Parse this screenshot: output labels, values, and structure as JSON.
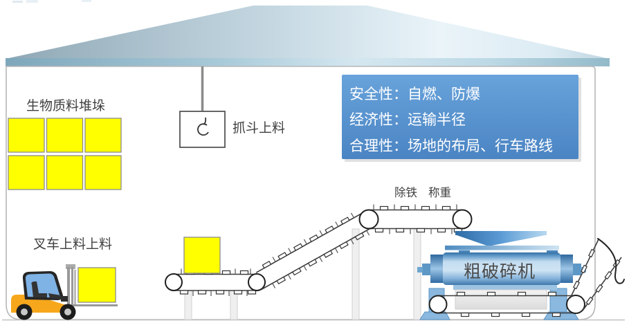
{
  "labels": {
    "biomass_stack": "生物质料堆垛",
    "grab_loading": "抓斗上料",
    "forklift_loading": "叉车上料上料",
    "iron_removal": "除铁",
    "weighing": "称重",
    "crusher": "粗破碎机"
  },
  "info_box": {
    "lines": [
      "安全性：自燃、防爆",
      "经济性：运输半径",
      "合理性：场地的布局、行车路线"
    ],
    "bg_top": "#68A3DB",
    "bg_bottom": "#4B84C3",
    "text_color": "#FFFFFF"
  },
  "colors": {
    "pile_yellow": "#FFFF00",
    "pile_border": "#8C8C8C",
    "machine_blue": "#5B9BD5",
    "machine_blue_dark": "#2F699E",
    "forklift_orange": "#F7A71C",
    "cab_glass": "#7FB2E5",
    "label_text": "#3F3F3F",
    "roof_dark": "#8FA8B5",
    "roof_light": "#EAF4F9",
    "belt_line": "#3C3C3C"
  },
  "icons": {
    "crane_hook": "crane-hook-icon",
    "flow_arrow": "flow-arrow-icon"
  }
}
